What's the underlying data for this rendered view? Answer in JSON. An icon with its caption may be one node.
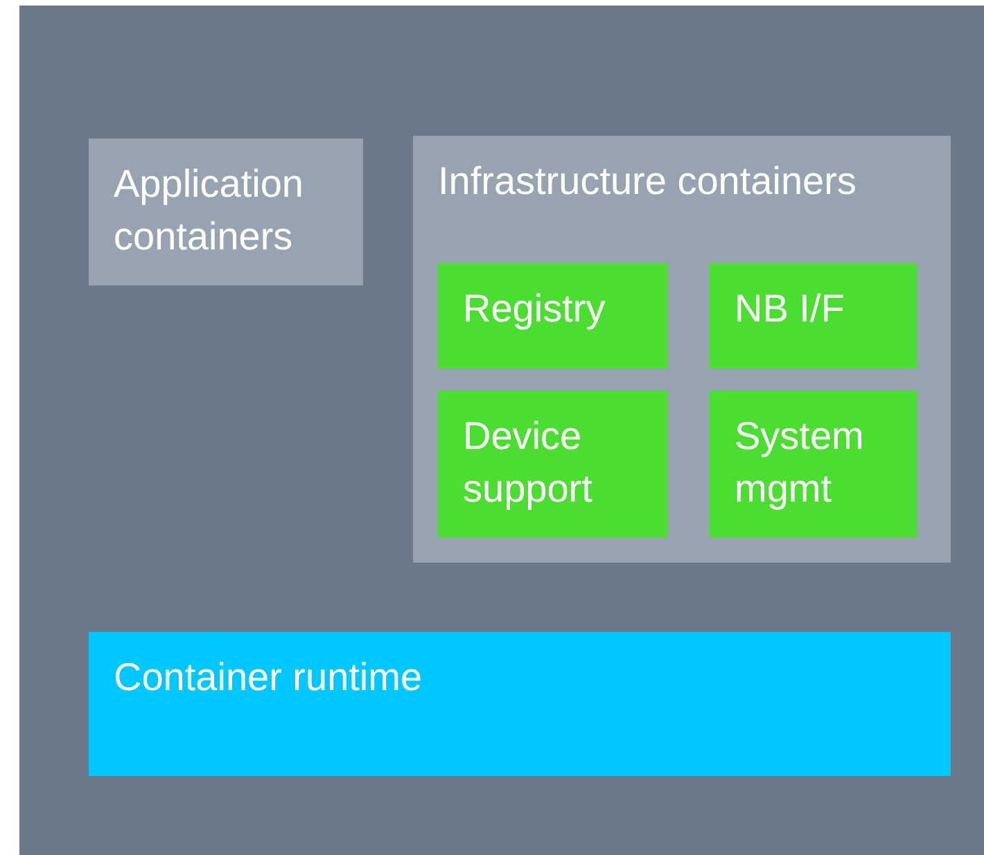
{
  "diagram": {
    "nodes": [
      {
        "text": [],
        "shape": "box"
      },
      {
        "text": [
          "Application containers"
        ],
        "in": 0
      },
      {
        "text": [
          "Infrastructure containers"
        ],
        "in": 0
      },
      {
        "text": [
          "Registry"
        ],
        "in": 2
      },
      {
        "text": [
          "NB I/F"
        ],
        "in": 2
      },
      {
        "text": [
          "Device support"
        ],
        "in": 2
      },
      {
        "text": [
          "System mgmt"
        ],
        "in": 2
      },
      {
        "text": [
          "Container runtime"
        ],
        "in": 0
      }
    ],
    "edges": []
  }
}
